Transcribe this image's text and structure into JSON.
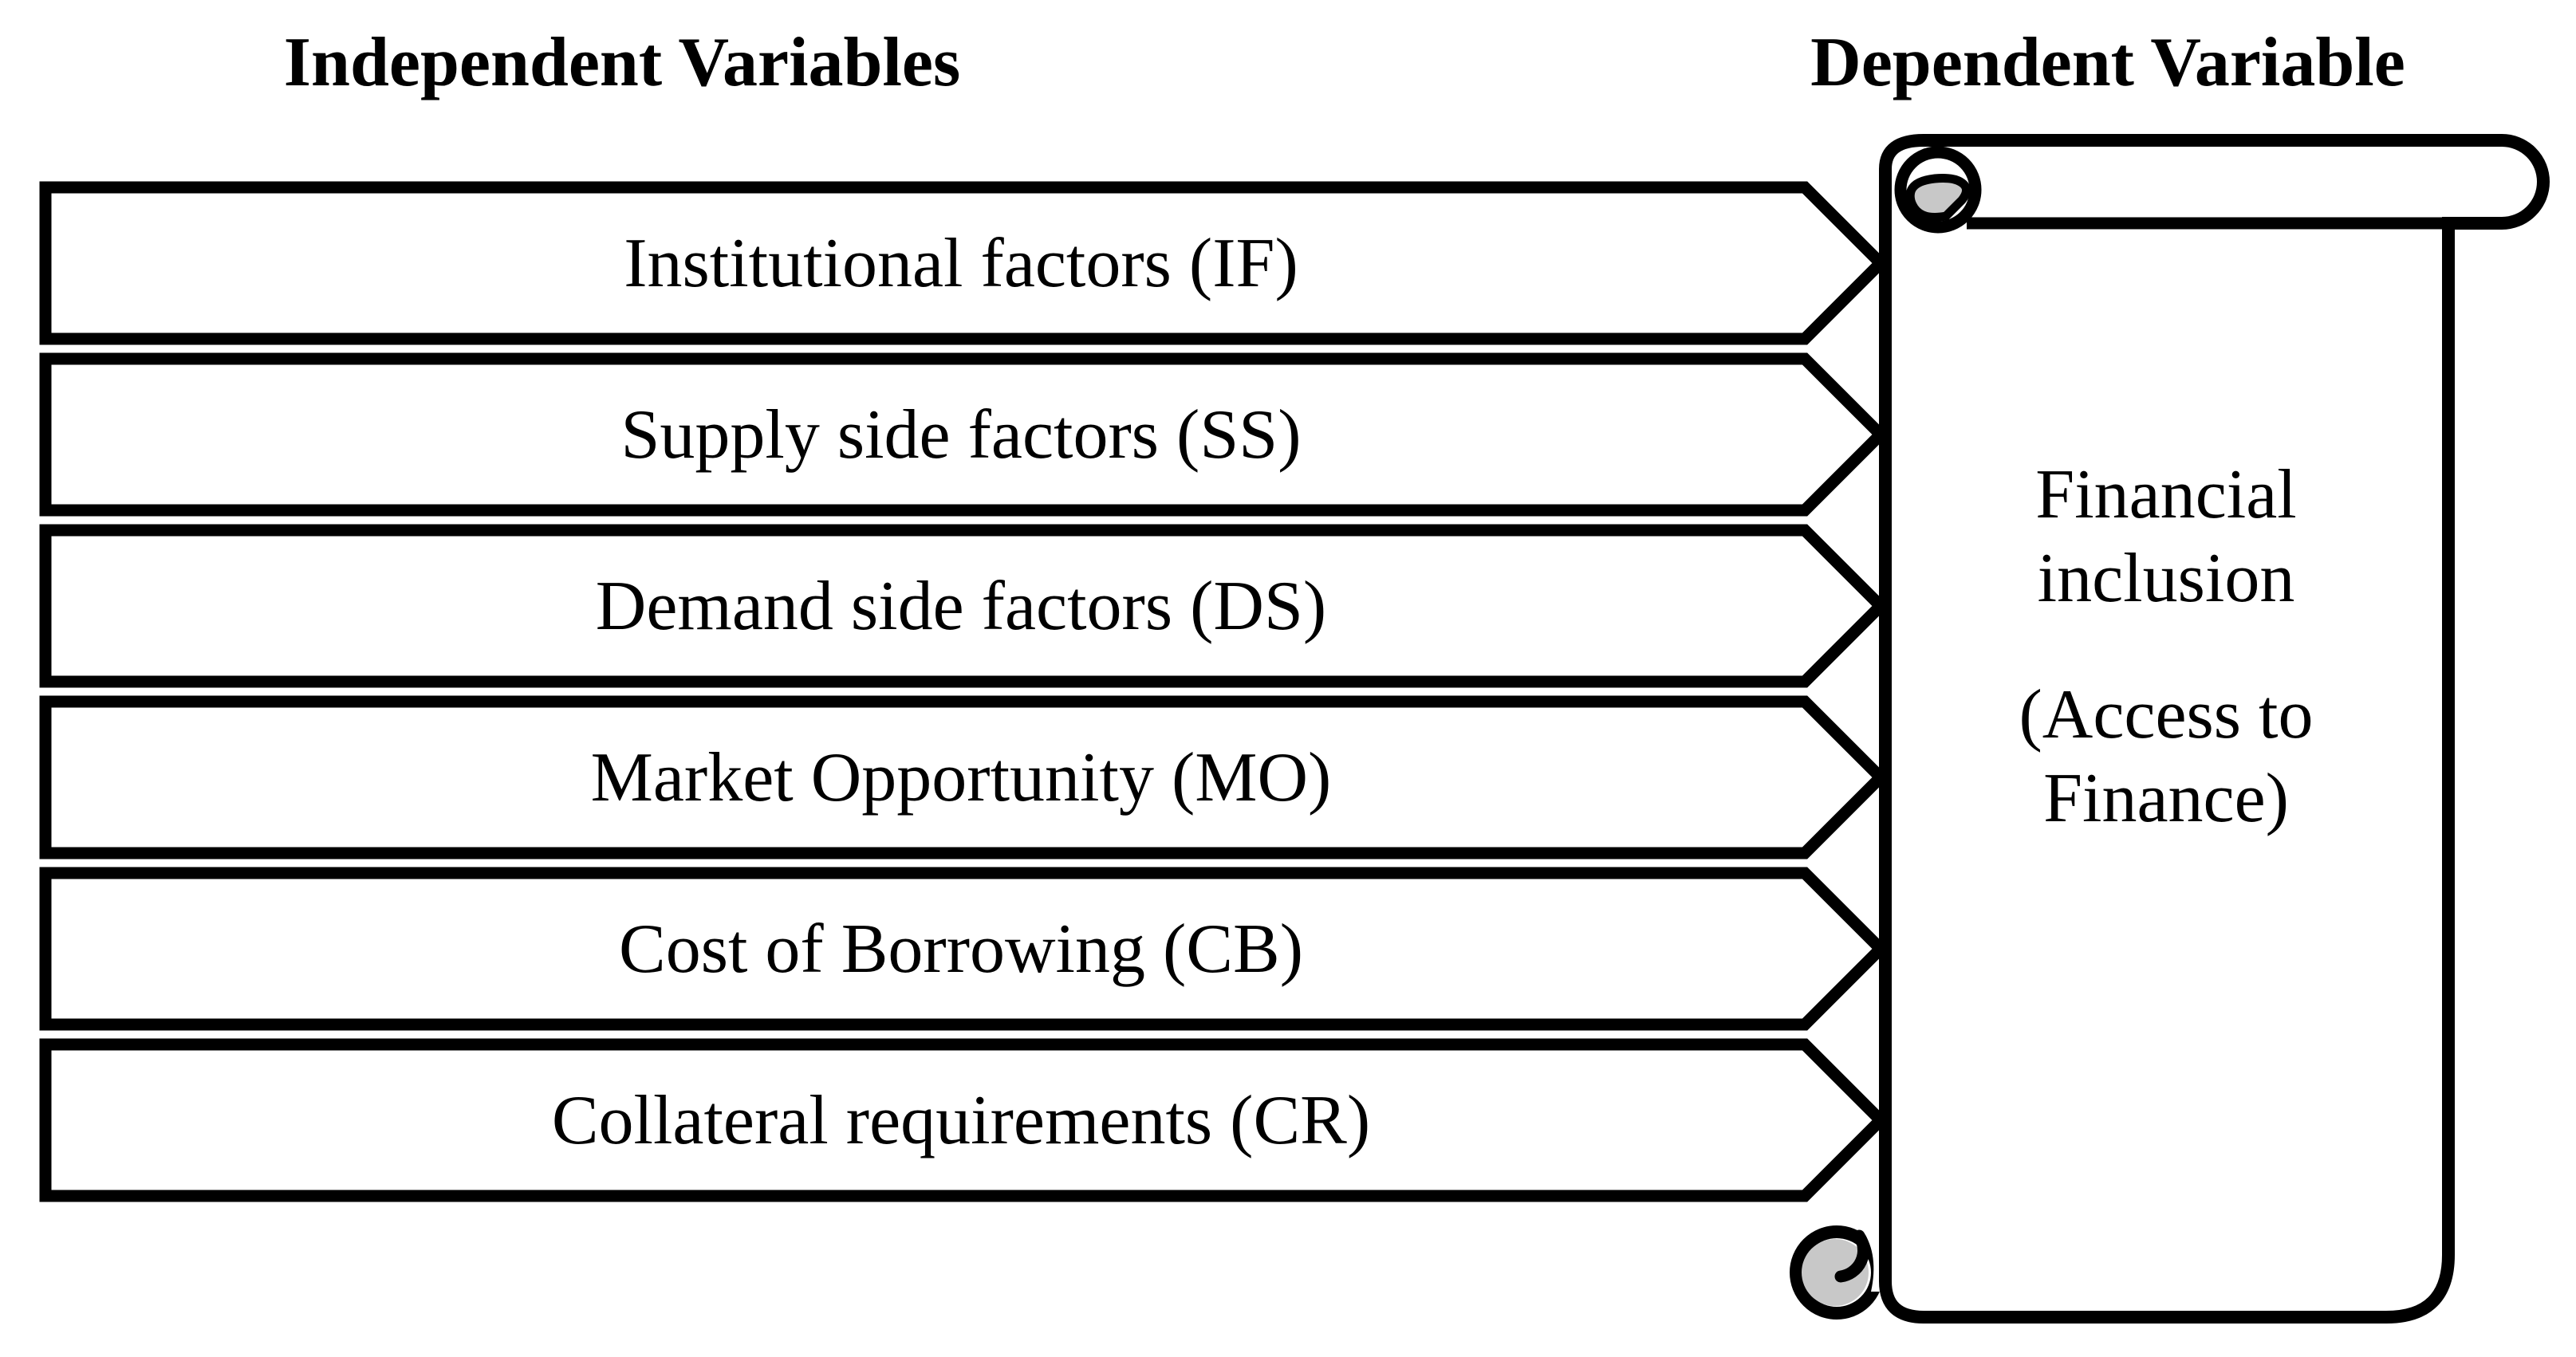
{
  "titles": {
    "independent": "Independent Variables",
    "dependent": "Dependent Variable"
  },
  "independent_variables": [
    "Institutional factors (IF)",
    "Supply side factors (SS)",
    "Demand side factors (DS)",
    "Market Opportunity (MO)",
    "Cost of Borrowing (CB)",
    "Collateral requirements (CR)"
  ],
  "dependent_variable": {
    "primary": "Financial inclusion",
    "secondary": "(Access to Finance)"
  },
  "colors": {
    "outline": "#000000",
    "shape_fill": "#ffffff",
    "curl_shade": "#c8c8c8",
    "background": "#ffffff"
  }
}
